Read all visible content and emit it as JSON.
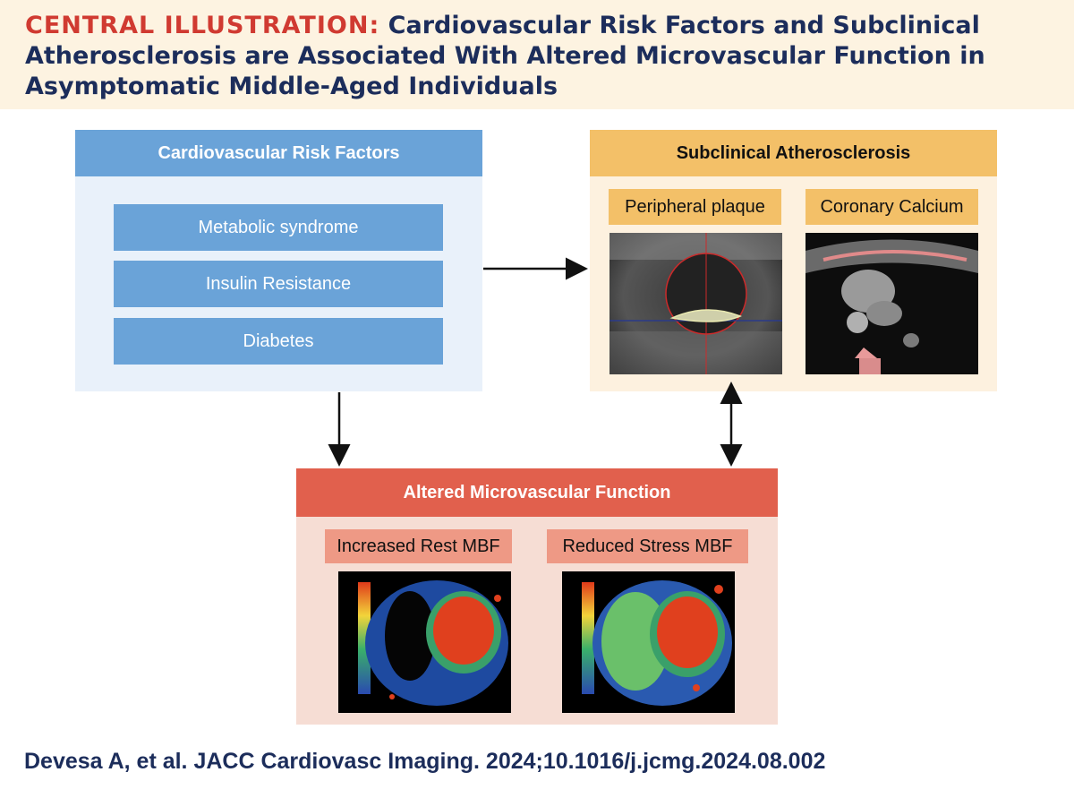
{
  "header": {
    "title_lead": "CENTRAL ILLUSTRATION:",
    "title_text": "Cardiovascular Risk Factors and Subclinical Atherosclerosis are Associated With Altered Microvascular Function in Asymptomatic Middle-Aged Individuals"
  },
  "risk_factors": {
    "title": "Cardiovascular Risk Factors",
    "items": [
      "Metabolic syndrome",
      "Insulin Resistance",
      "Diabetes"
    ]
  },
  "subclinical": {
    "title": "Subclinical Atherosclerosis",
    "panels": [
      "Peripheral plaque",
      "Coronary Calcium"
    ]
  },
  "microvascular": {
    "title": "Altered Microvascular Function",
    "panels": [
      "Increased Rest MBF",
      "Reduced Stress MBF"
    ]
  },
  "citation": "Devesa A, et al. JACC Cardiovasc Imaging. 2024;10.1016/j.jcmg.2024.08.002",
  "colors": {
    "title_lead": "#d03a31",
    "title_text": "#1c2d5b",
    "risk_header": "#6aa3d8",
    "subclinical_header": "#f3c068",
    "micro_header": "#e1604d",
    "micro_tag": "#ee9985"
  }
}
